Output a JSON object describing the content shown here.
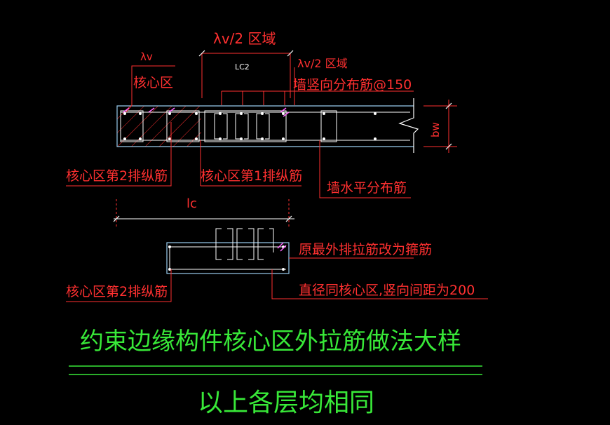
{
  "labels": {
    "lambda_v2_zone_top": "λv/2 区域",
    "lc2": "LC2",
    "lambda_v": "λv",
    "core_zone": "核心区",
    "lambda_v2_zone_right": "λv/2 区域",
    "wall_vertical_rebar": "墙竖向分布筋@150",
    "bw": "bw",
    "core_2nd_row_upper": "核心区第2排纵筋",
    "core_1st_row": "核心区第1排纵筋",
    "wall_horizontal_rebar": "墙水平分布筋",
    "lc": "lc",
    "outer_tie_to_stirrup": "原最外排拉筋改为箍筋",
    "core_2nd_row_lower": "核心区第2排纵筋",
    "diameter_spacing": "直径同核心区,竖向间距为200",
    "title": "约束边缘构件核心区外拉筋做法大样",
    "subtitle": "以上各层均相同"
  },
  "colors": {
    "background": "#000000",
    "annotation": "#ff3030",
    "outline": "#99ccee",
    "rebar": "#ffffff",
    "hatch": "#ff3030",
    "stirrup": "#ffffff",
    "tie_highlight": "#ff66ff",
    "title": "#38e838"
  }
}
